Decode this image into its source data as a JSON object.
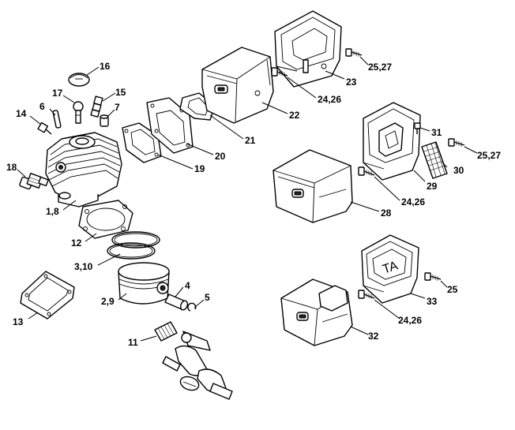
{
  "labels": [
    {
      "id": "l16",
      "text": "16"
    },
    {
      "id": "l17",
      "text": "17"
    },
    {
      "id": "l15",
      "text": "15"
    },
    {
      "id": "l6",
      "text": "6"
    },
    {
      "id": "l7",
      "text": "7"
    },
    {
      "id": "l14",
      "text": "14"
    },
    {
      "id": "l18",
      "text": "18"
    },
    {
      "id": "l1_8",
      "text": "1,8"
    },
    {
      "id": "l12",
      "text": "12"
    },
    {
      "id": "l3_10",
      "text": "3,10"
    },
    {
      "id": "l2_9",
      "text": "2,9"
    },
    {
      "id": "l4",
      "text": "4"
    },
    {
      "id": "l5",
      "text": "5"
    },
    {
      "id": "l13",
      "text": "13"
    },
    {
      "id": "l11",
      "text": "11"
    },
    {
      "id": "l19",
      "text": "19"
    },
    {
      "id": "l20",
      "text": "20"
    },
    {
      "id": "l21",
      "text": "21"
    },
    {
      "id": "l22",
      "text": "22"
    },
    {
      "id": "l23",
      "text": "23"
    },
    {
      "id": "l25_27a",
      "text": "25,27"
    },
    {
      "id": "l24_26a",
      "text": "24,26"
    },
    {
      "id": "l31",
      "text": "31"
    },
    {
      "id": "l25_27b",
      "text": "25,27"
    },
    {
      "id": "l30",
      "text": "30"
    },
    {
      "id": "l29",
      "text": "29"
    },
    {
      "id": "l24_26b",
      "text": "24,26"
    },
    {
      "id": "l28",
      "text": "28"
    },
    {
      "id": "l25",
      "text": "25"
    },
    {
      "id": "l33",
      "text": "33"
    },
    {
      "id": "l24_26c",
      "text": "24,26"
    },
    {
      "id": "l32",
      "text": "32"
    }
  ],
  "stamp": "TA"
}
